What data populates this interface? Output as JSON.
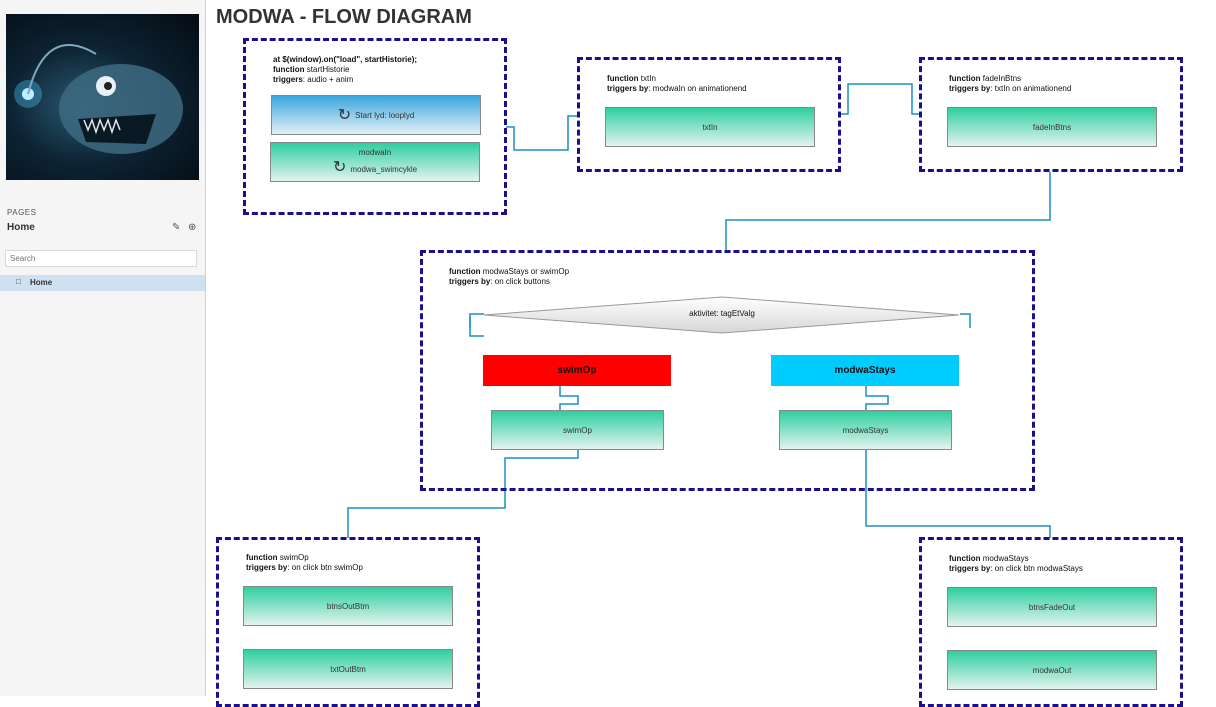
{
  "sidebar": {
    "pages_label": "PAGES",
    "home_title": "Home",
    "search_placeholder": "Search",
    "nav_home": "Home"
  },
  "title": "MODWA - FLOW DIAGRAM",
  "box1": {
    "line1": "at $(window).on(\"load\", startHistorie);",
    "line2_label": "function",
    "line2_value": " startHistorie",
    "line3_label": "triggers",
    "line3_value": ": audio + anim",
    "node1": "Start lyd: looplyd",
    "node2_a": "modwaIn",
    "node2_b": "modwa_swimcykle"
  },
  "box2": {
    "fn_label": "function",
    "fn_value": " txtIn",
    "tr_label": "triggers by",
    "tr_value": ": modwaIn on animationend",
    "node": "txtIn"
  },
  "box3": {
    "fn_label": "function",
    "fn_value": " fadeInBtns",
    "tr_label": "triggers by",
    "tr_value": ": txtIn on animationend",
    "node": "fadeInBtns"
  },
  "box4": {
    "fn_label": "function",
    "fn_value": " modwaStays or swimOp",
    "tr_label": "triggers by",
    "tr_value": ": on click buttons",
    "decision": "aktivitet: tagEtValg",
    "btn_left": "swimOp",
    "btn_right": "modwaStays",
    "node_left": "swimOp",
    "node_right": "modwaStays",
    "color_left": "#ff0000",
    "color_right": "#00ccff"
  },
  "box5": {
    "fn_label": "function",
    "fn_value": " swimOp",
    "tr_label": "triggers by",
    "tr_value": ": on click btn swimOp",
    "node1": "btnsOutBtm",
    "node2": "txtOutBtm"
  },
  "box6": {
    "fn_label": "function",
    "fn_value": " modwaStays",
    "tr_label": "triggers by",
    "tr_value": ": on click btn modwaStays",
    "node1": "btnsFadeOut",
    "node2": "modwaOut"
  },
  "colors": {
    "box_border": "#1a0f8c",
    "connector": "#1a8fc0",
    "node_green_top": "#2ecfa0",
    "node_blue_top": "#3aa6dc"
  }
}
